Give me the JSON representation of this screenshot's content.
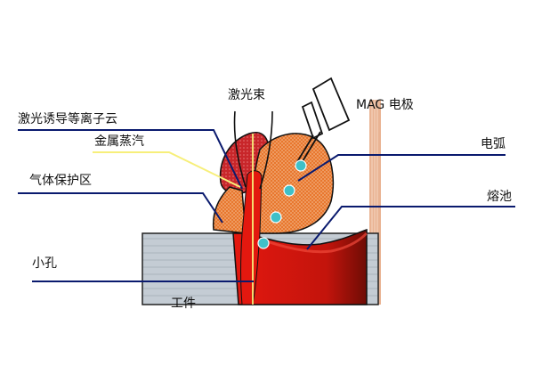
{
  "labels": {
    "laser_beam": "激光束",
    "mag_electrode": "MAG 电极",
    "laser_plasma_cloud": "激光诱导等离子云",
    "metal_vapor": "金属蒸汽",
    "shielding_gas_zone": "气体保护区",
    "arc": "电弧",
    "weld_pool": "熔池",
    "keyhole": "小孔",
    "workpiece": "工件"
  },
  "colors": {
    "leader_line": "#0a1a6e",
    "metal_vapor_line": "#f7ef7a",
    "workpiece_fill": "#c4ccd4",
    "melt_red": "#e3180f",
    "melt_dark": "#9a1208",
    "plasma": "#c8262a",
    "arc_orange": "#e8772e",
    "droplet": "#3fc0c8",
    "electrode_column": "#e9b393"
  }
}
